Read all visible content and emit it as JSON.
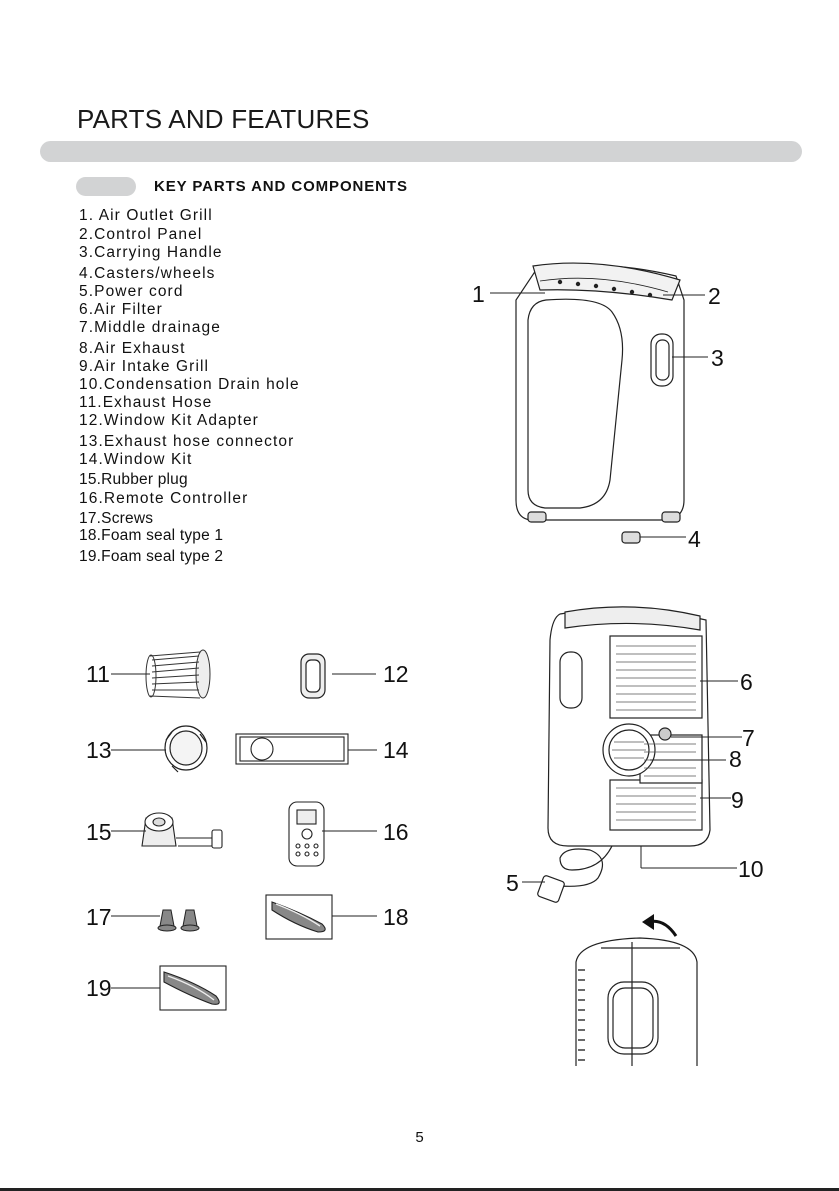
{
  "page_title": "PARTS AND FEATURES",
  "section_heading": "KEY PARTS AND COMPONENTS",
  "parts": [
    {
      "num": "1.",
      "name": "Air Outlet Grill"
    },
    {
      "num": "2.",
      "name": "Control Panel"
    },
    {
      "num": "3.",
      "name": "Carrying Handle"
    },
    {
      "num": "4.",
      "name": "Casters/wheels"
    },
    {
      "num": "5.",
      "name": "Power cord"
    },
    {
      "num": "6.",
      "name": "Air Filter"
    },
    {
      "num": "7.",
      "name": "Middle drainage"
    },
    {
      "num": "8.",
      "name": "Air Exhaust"
    },
    {
      "num": "9.",
      "name": "Air Intake Grill"
    },
    {
      "num": "10.",
      "name": "Condensation Drain hole"
    },
    {
      "num": "11.",
      "name": "Exhaust Hose"
    },
    {
      "num": "12.",
      "name": "Window Kit Adapter"
    },
    {
      "num": "13.",
      "name": "Exhaust hose connector"
    },
    {
      "num": "14.",
      "name": "Window Kit"
    },
    {
      "num": "15.",
      "name": "Rubber  plug"
    },
    {
      "num": "16.",
      "name": "Remote Controller"
    },
    {
      "num": "17.",
      "name": "Screws"
    },
    {
      "num": "18.",
      "name": "Foam seal type 1"
    },
    {
      "num": "19.",
      "name": "Foam seal type 2"
    }
  ],
  "callouts": {
    "c1": "1",
    "c2": "2",
    "c3": "3",
    "c4": "4",
    "c5": "5",
    "c6": "6",
    "c7": "7",
    "c8": "8",
    "c9": "9",
    "c10": "10",
    "c11": "11",
    "c12": "12",
    "c13": "13",
    "c14": "14",
    "c15": "15",
    "c16": "16",
    "c17": "17",
    "c18": "18",
    "c19": "19"
  },
  "page_number": "5"
}
